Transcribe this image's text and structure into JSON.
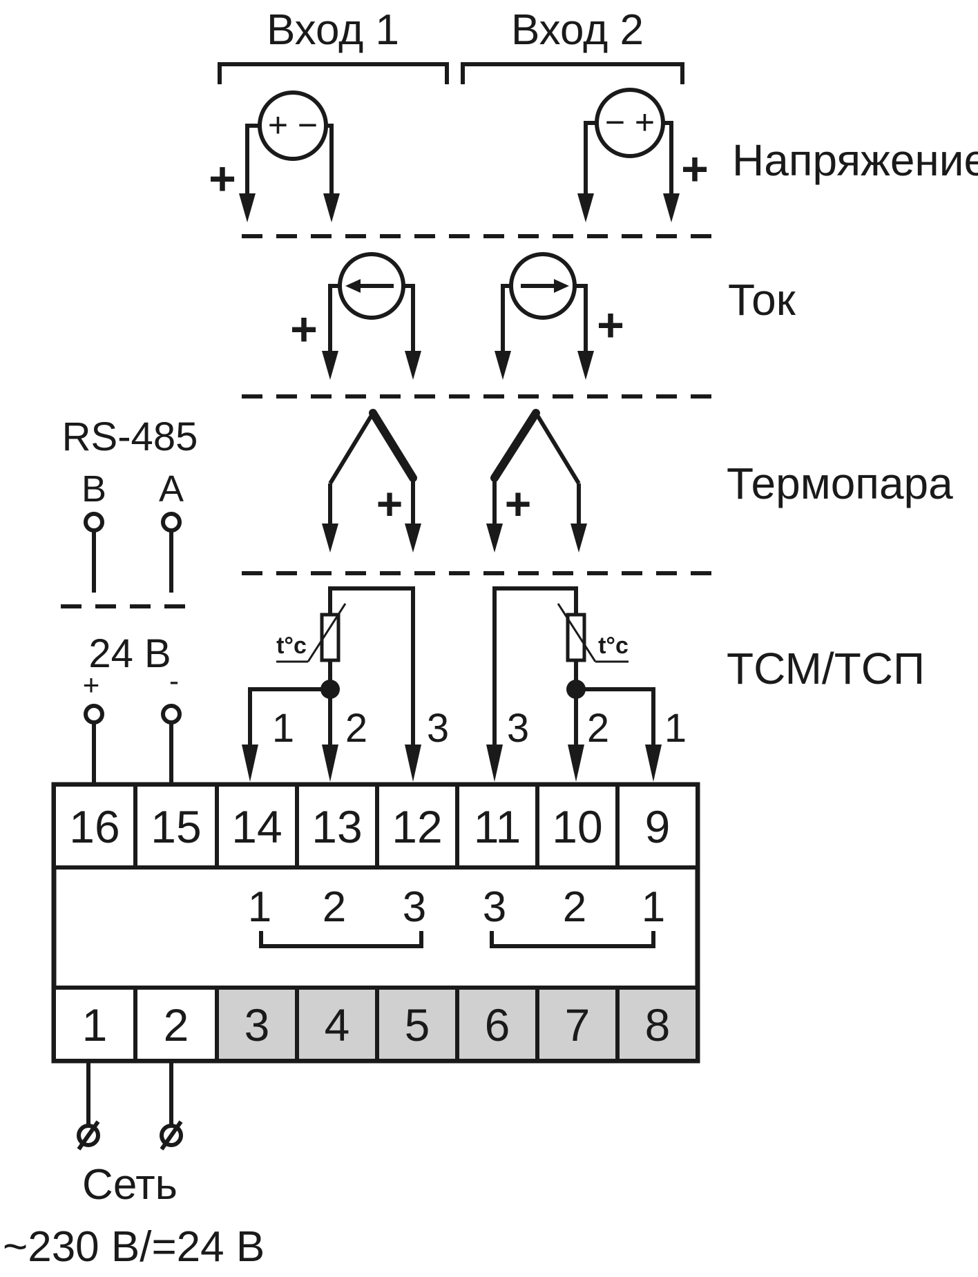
{
  "headers": {
    "input1": "Вход 1",
    "input2": "Вход 2"
  },
  "sections": {
    "voltage": "Напряжение",
    "current": "Ток",
    "thermocouple": "Термопара",
    "rtd": "ТСМ/ТСП"
  },
  "polarity": {
    "plus": "+",
    "minus": "-",
    "voltage_source_1": "+ −",
    "voltage_source_2": "− +"
  },
  "rs485": {
    "title": "RS-485",
    "b": "B",
    "a": "A"
  },
  "power24": {
    "label": "24 В",
    "plus": "+",
    "minus": "-"
  },
  "sensor_label": "t°c",
  "wire_numbers": {
    "left": [
      "1",
      "2",
      "3"
    ],
    "right": [
      "3",
      "2",
      "1"
    ]
  },
  "terminals_top": [
    "16",
    "15",
    "14",
    "13",
    "12",
    "11",
    "10",
    "9"
  ],
  "middle_numbers": {
    "left": [
      "1",
      "2",
      "3"
    ],
    "right": [
      "3",
      "2",
      "1"
    ]
  },
  "terminals_bottom": [
    "1",
    "2",
    "3",
    "4",
    "5",
    "6",
    "7",
    "8"
  ],
  "terminals_bottom_shaded": [
    false,
    false,
    true,
    true,
    true,
    true,
    true,
    true
  ],
  "colors": {
    "line": "#1a1a1a",
    "shaded_terminal": "#d0d0d0"
  },
  "supply": {
    "label": "Сеть",
    "voltage": "~230 В/=24 В"
  }
}
